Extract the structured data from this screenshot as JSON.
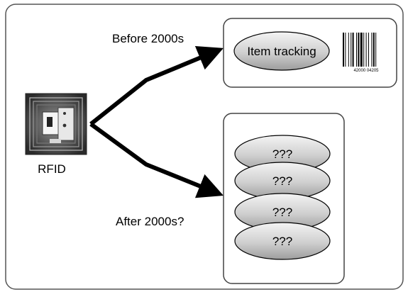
{
  "rfid": {
    "label": "RFID"
  },
  "branches": {
    "before_label": "Before 2000s",
    "after_label": "After 2000s?"
  },
  "before_box": {
    "item_label": "Item tracking",
    "barcode_digits": "42000 04205"
  },
  "after_box": {
    "items": [
      "???",
      "???",
      "???",
      "???"
    ]
  },
  "colors": {
    "ellipse_fill_light": "#f2f2f2",
    "ellipse_fill_dark": "#a8a8a8",
    "stroke": "#000000",
    "panel_border": "#555555",
    "rfid_tag_dark": "#3a3a3a"
  }
}
